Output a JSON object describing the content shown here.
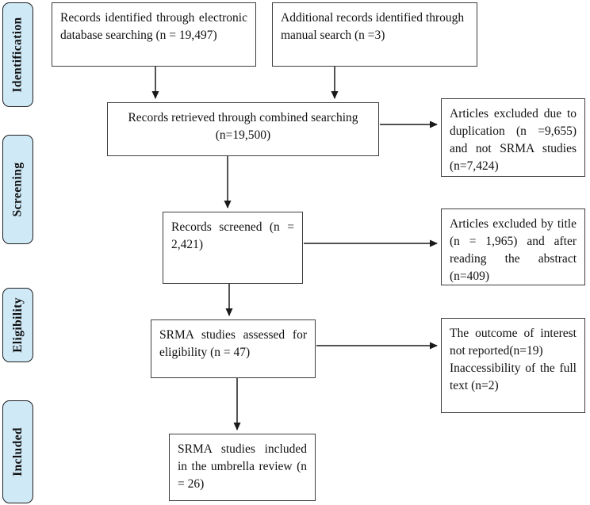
{
  "diagram": {
    "type": "prisma-flowchart",
    "stages": [
      {
        "label": "Identification"
      },
      {
        "label": "Screening"
      },
      {
        "label": "Eligibility"
      },
      {
        "label": "Included"
      }
    ],
    "boxes": {
      "identified": "Records identified through electronic database searching (n = 19,497)",
      "additional": "Additional records identified through manual search (n =3)",
      "combined_line1": "Records retrieved through combined searching",
      "combined_line2": "(n=19,500)",
      "excluded_duplication": "Articles excluded due to duplication (n =9,655) and not SRMA studies (n=7,424)",
      "screened": "Records screened (n = 2,421)",
      "excluded_title": "Articles excluded by title (n = 1,965) and after reading the abstract (n=409)",
      "assessed": "SRMA studies assessed for eligibility (n = 47)",
      "excluded_outcome_line1": "The outcome of interest not reported(n=19)",
      "excluded_outcome_line2": "Inaccessibility of the full text (n=2)",
      "included": "SRMA studies included in the umbrella review (n = 26)"
    },
    "counts": {
      "database_search": 19497,
      "manual_search": 3,
      "combined": 19500,
      "excluded_duplication": 9655,
      "excluded_not_srma": 7424,
      "screened": 2421,
      "excluded_by_title": 1965,
      "excluded_after_abstract": 409,
      "assessed_for_eligibility": 47,
      "outcome_not_reported": 19,
      "full_text_inaccessible": 2,
      "included_in_review": 26
    },
    "colors": {
      "stage_fill": "#cfe9f7",
      "stage_border": "#1f1f1f",
      "box_border": "#3d3d3d",
      "arrow": "#1a1a1a",
      "background": "#ffffff"
    }
  }
}
